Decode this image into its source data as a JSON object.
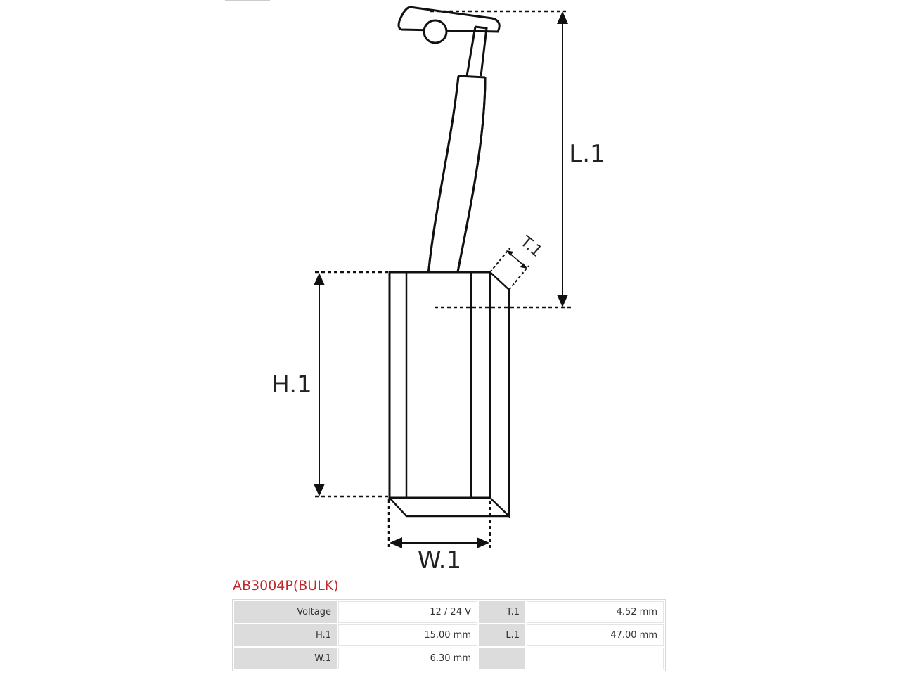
{
  "diagram": {
    "labels": {
      "l1": "L.1",
      "h1": "H.1",
      "w1": "W.1",
      "t1": "T.1"
    }
  },
  "product": {
    "title": "AB3004P(BULK)"
  },
  "specs": {
    "rows": [
      {
        "label_a": "Voltage",
        "value_a": "12 / 24 V",
        "label_b": "T.1",
        "value_b": "4.52 mm"
      },
      {
        "label_a": "H.1",
        "value_a": "15.00 mm",
        "label_b": "L.1",
        "value_b": "47.00 mm"
      },
      {
        "label_a": "W.1",
        "value_a": "6.30 mm",
        "label_b": "",
        "value_b": ""
      }
    ]
  }
}
